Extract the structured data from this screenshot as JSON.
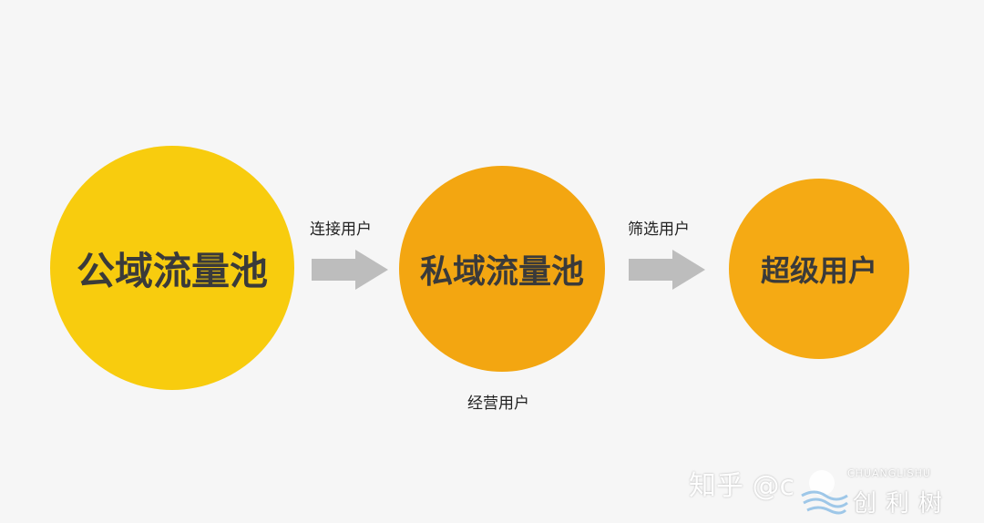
{
  "nodes": [
    {
      "label": "公域流量池",
      "color": "#f8cc0e"
    },
    {
      "label": "私域流量池",
      "color": "#f3a611"
    },
    {
      "label": "超级用户",
      "color": "#f5aa14"
    }
  ],
  "edges": [
    {
      "label": "连接用户",
      "from": "公域流量池",
      "to": "私域流量池"
    },
    {
      "label": "筛选用户",
      "from": "私域流量池",
      "to": "超级用户"
    }
  ],
  "annotations": {
    "below_private_pool": "经营用户"
  },
  "watermark": {
    "text": "知乎 @c",
    "brand_latin": "CHUANGLISHU",
    "brand_cn": "创利树"
  },
  "colors": {
    "background": "#f6f6f6",
    "arrow": "#bdbdbd",
    "text": "#3a3a3a"
  }
}
